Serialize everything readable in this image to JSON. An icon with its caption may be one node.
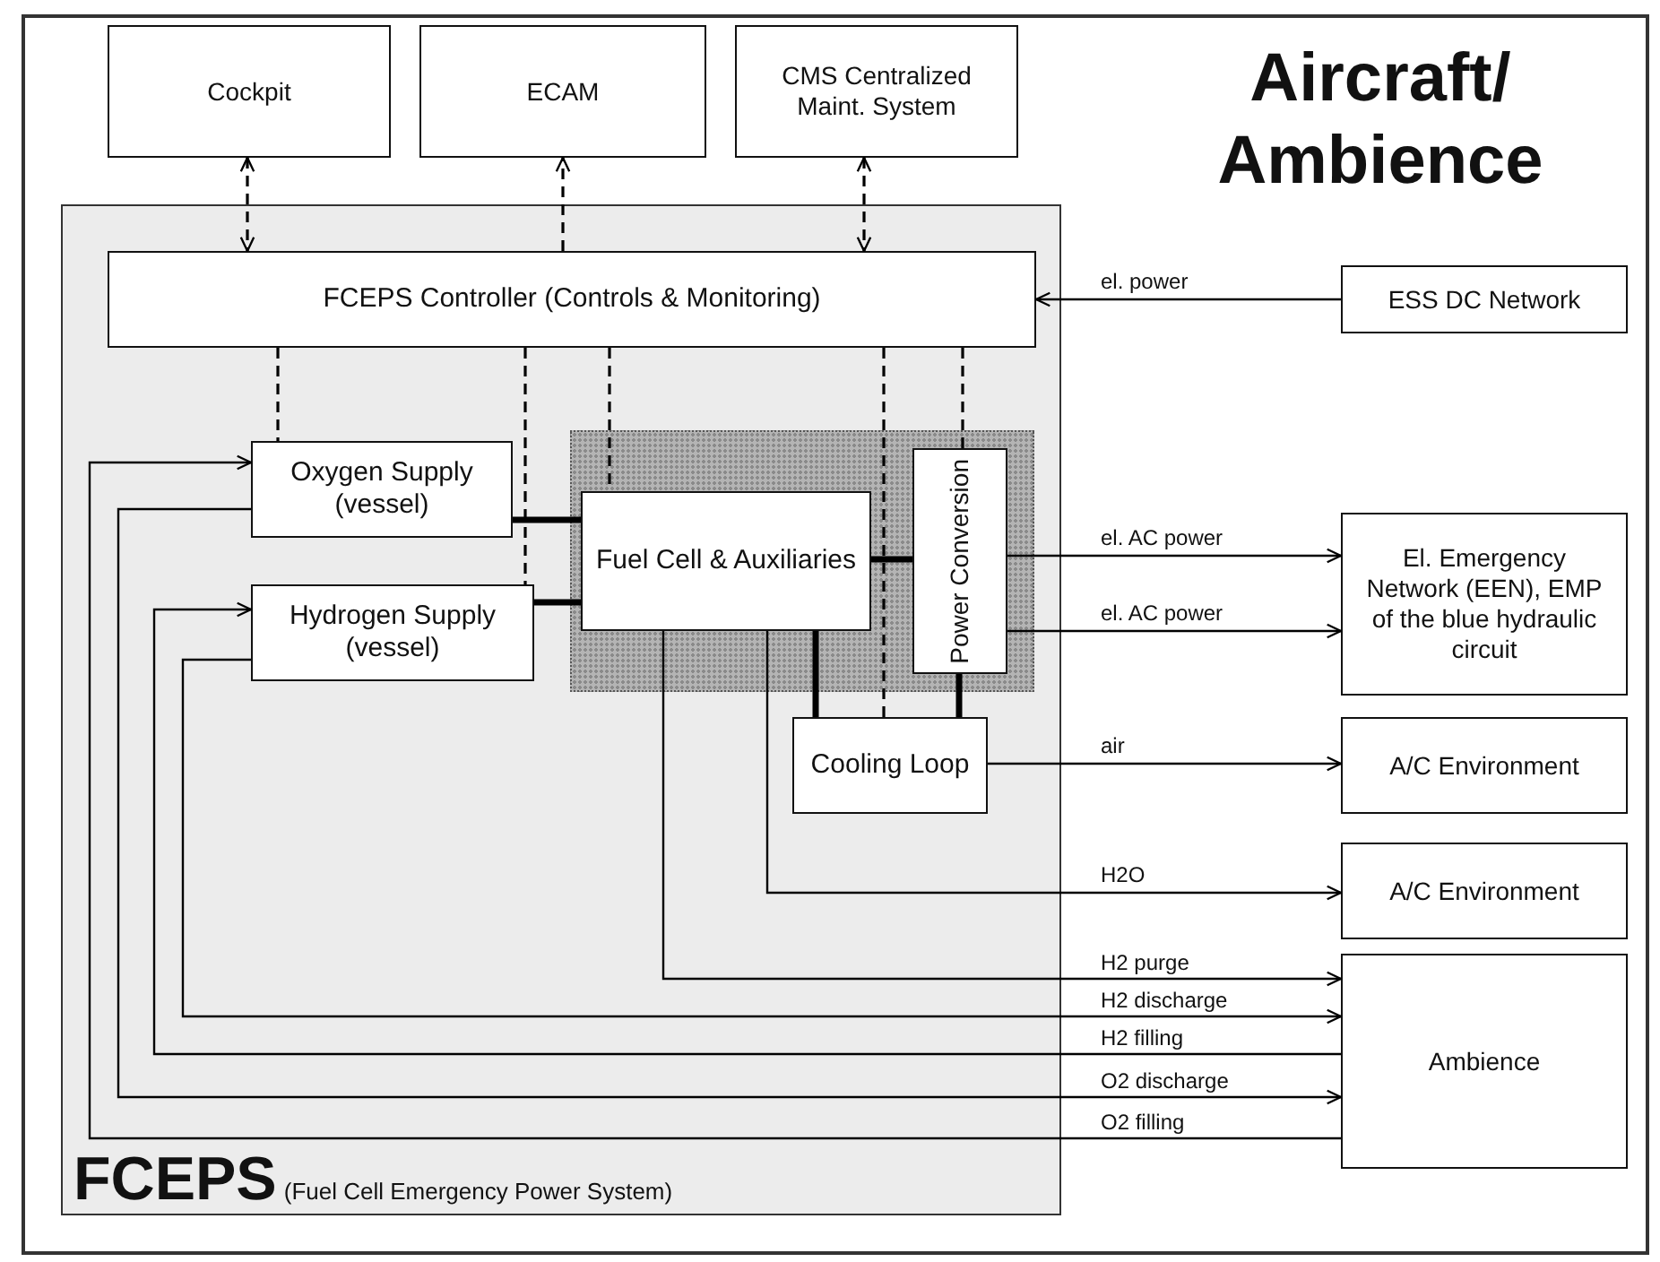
{
  "diagram": {
    "nodes": [
      {
        "text": [
          "Aircraft/ Ambience"
        ]
      },
      {
        "text": [
          "Cockpit"
        ],
        "in": 0
      },
      {
        "text": [
          "ECAM"
        ],
        "in": 0
      },
      {
        "text": [
          "CMS Centralized Maint. System"
        ],
        "in": 0
      },
      {
        "text": [
          "FCEPS",
          "(Fuel Cell Emergency Power System)"
        ],
        "in": 0
      },
      {
        "text": [
          "FCEPS Controller (Controls & Monitoring)"
        ],
        "in": 4
      },
      {
        "text": [
          "ESS DC Network"
        ],
        "in": 0
      },
      {
        "text": [
          "Oxygen Supply (vessel)"
        ],
        "in": 4
      },
      {
        "text": [
          "Hydrogen Supply (vessel)"
        ],
        "in": 4
      },
      {
        "text": [
          "Fuel Cell & Auxiliaries"
        ],
        "in": 4
      },
      {
        "text": [
          "Power Conversion"
        ],
        "in": 4
      },
      {
        "text": [
          "El. Emergency Network (EEN), EMP of the blue hydraulic circuit"
        ],
        "in": 0
      },
      {
        "text": [
          "Cooling Loop"
        ],
        "in": 4
      },
      {
        "text": [
          "A/C Environment"
        ],
        "in": 0
      },
      {
        "text": [
          "A/C Environment"
        ],
        "in": 0
      },
      {
        "text": [
          "Ambience"
        ],
        "in": 0
      }
    ],
    "edges": [
      {
        "from": 1,
        "to": 5,
        "arrow": "both",
        "style": "dashed"
      },
      {
        "from": 5,
        "to": 2,
        "arrow": "to",
        "style": "dashed"
      },
      {
        "from": 3,
        "to": 5,
        "arrow": "both",
        "style": "dashed"
      },
      {
        "from": 6,
        "to": 5,
        "arrow": "to",
        "label": "el. power"
      },
      {
        "from": 5,
        "to": 7,
        "arrow": "none",
        "style": "dashed"
      },
      {
        "from": 5,
        "to": 8,
        "arrow": "none",
        "style": "dashed"
      },
      {
        "from": 5,
        "to": 9,
        "arrow": "none",
        "style": "dashed"
      },
      {
        "from": 5,
        "to": 10,
        "arrow": "none",
        "style": "dashed"
      },
      {
        "from": 5,
        "to": 12,
        "arrow": "none",
        "style": "dashed"
      },
      {
        "from": 7,
        "to": 9,
        "arrow": "none",
        "style": "thick"
      },
      {
        "from": 8,
        "to": 9,
        "arrow": "none",
        "style": "thick"
      },
      {
        "from": 9,
        "to": 10,
        "arrow": "none",
        "style": "thick"
      },
      {
        "from": 9,
        "to": 12,
        "arrow": "none",
        "style": "thick"
      },
      {
        "from": 10,
        "to": 12,
        "arrow": "none",
        "style": "thick"
      },
      {
        "from": 10,
        "to": 11,
        "arrow": "to",
        "label": "el. AC power"
      },
      {
        "from": 10,
        "to": 11,
        "arrow": "to",
        "label": "el. AC power"
      },
      {
        "from": 12,
        "to": 13,
        "arrow": "to",
        "label": "air"
      },
      {
        "from": 9,
        "to": 14,
        "arrow": "to",
        "label": "H2O"
      },
      {
        "from": 9,
        "to": 15,
        "arrow": "to",
        "label": "H2 purge"
      },
      {
        "from": 8,
        "to": 15,
        "arrow": "to",
        "label": "H2 discharge"
      },
      {
        "from": 15,
        "to": 8,
        "arrow": "to",
        "label": "H2 filling"
      },
      {
        "from": 7,
        "to": 15,
        "arrow": "to",
        "label": "O2 discharge"
      },
      {
        "from": 15,
        "to": 7,
        "arrow": "to",
        "label": "O2 filling"
      }
    ]
  }
}
